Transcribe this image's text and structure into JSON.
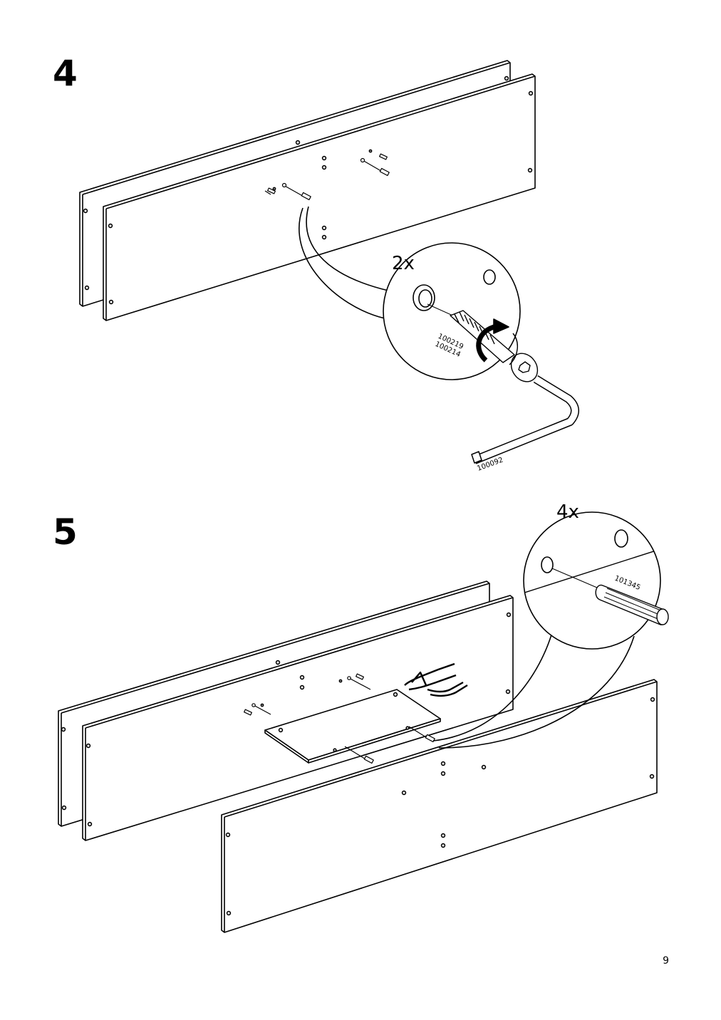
{
  "page": {
    "number": "9"
  },
  "steps": [
    {
      "number": "4",
      "quantity": "2x",
      "parts": [
        "100219",
        "100214"
      ],
      "tool": "100092"
    },
    {
      "number": "5",
      "quantity": "4x",
      "parts": [
        "101345"
      ]
    }
  ],
  "colors": {
    "ink": "#000000",
    "paper": "#ffffff"
  },
  "icons": [
    "allen-key-icon",
    "cam-lock-bolt-icon",
    "wooden-dowel-icon",
    "pointing-hand-icon",
    "rotation-arrow-icon"
  ]
}
